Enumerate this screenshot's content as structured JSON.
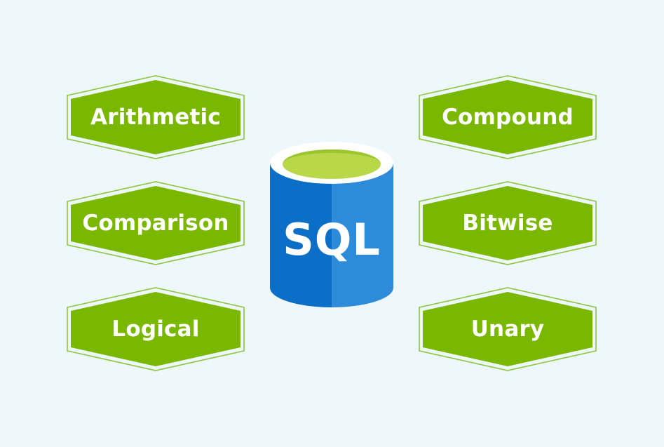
{
  "center": {
    "label": "SQL",
    "colors": {
      "body_left": "#0C6FC7",
      "body_right": "#2D8BDA",
      "rim": "#FFFFFF",
      "inner": "#B8D84A"
    }
  },
  "operator_types": {
    "left": [
      {
        "label": "Arithmetic"
      },
      {
        "label": "Comparison"
      },
      {
        "label": "Logical"
      }
    ],
    "right": [
      {
        "label": "Compound"
      },
      {
        "label": "Bitwise"
      },
      {
        "label": "Unary"
      }
    ]
  },
  "colors": {
    "background": "#EEF7FC",
    "badge_fill": "#7AB800",
    "badge_outline": "#8CC63F",
    "text": "#FFFFFF"
  }
}
